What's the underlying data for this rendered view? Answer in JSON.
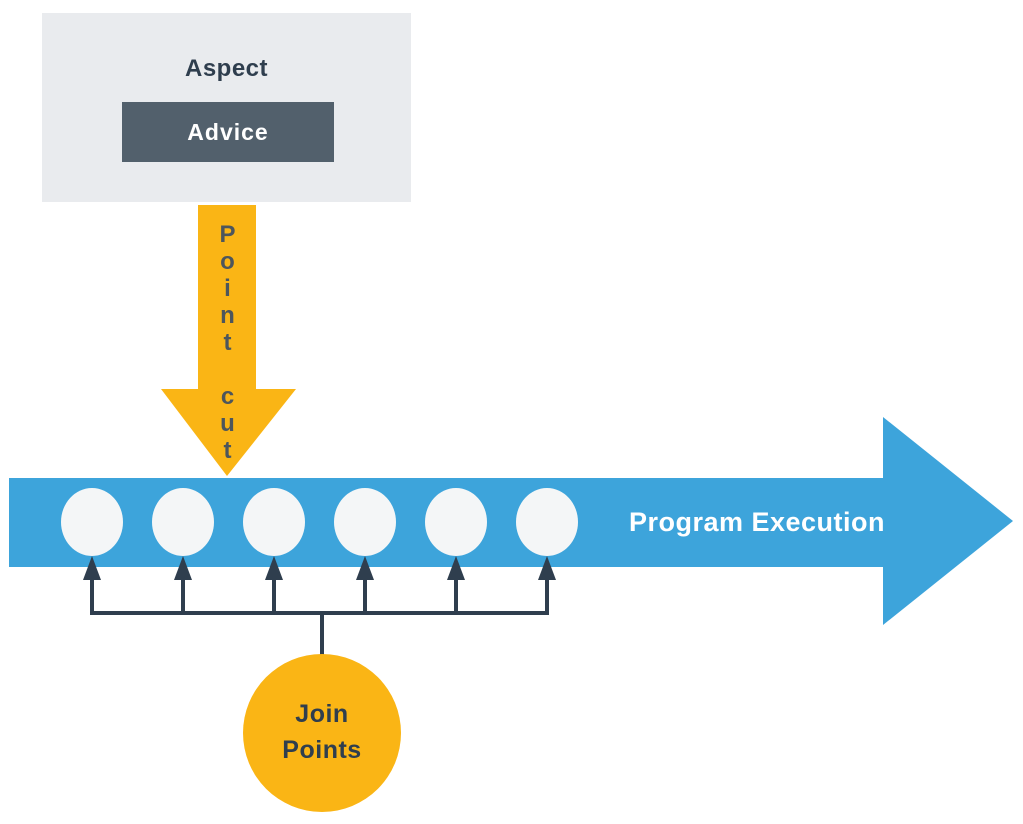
{
  "colors": {
    "yellow": "#FAB515",
    "blue": "#3DA4DB",
    "slate": "#52606C",
    "panel": "#E9EBEE",
    "circle": "#F4F6F7",
    "ink": "#2F3E4E",
    "pointcut_ink": "#4D565C"
  },
  "diagram": {
    "aspect": {
      "title": "Aspect",
      "advice_label": "Advice"
    },
    "pointcut": {
      "label": "Point cut"
    },
    "program": {
      "label": "Program Execution"
    },
    "join_points": {
      "label": "Join Points",
      "count": 6
    }
  }
}
